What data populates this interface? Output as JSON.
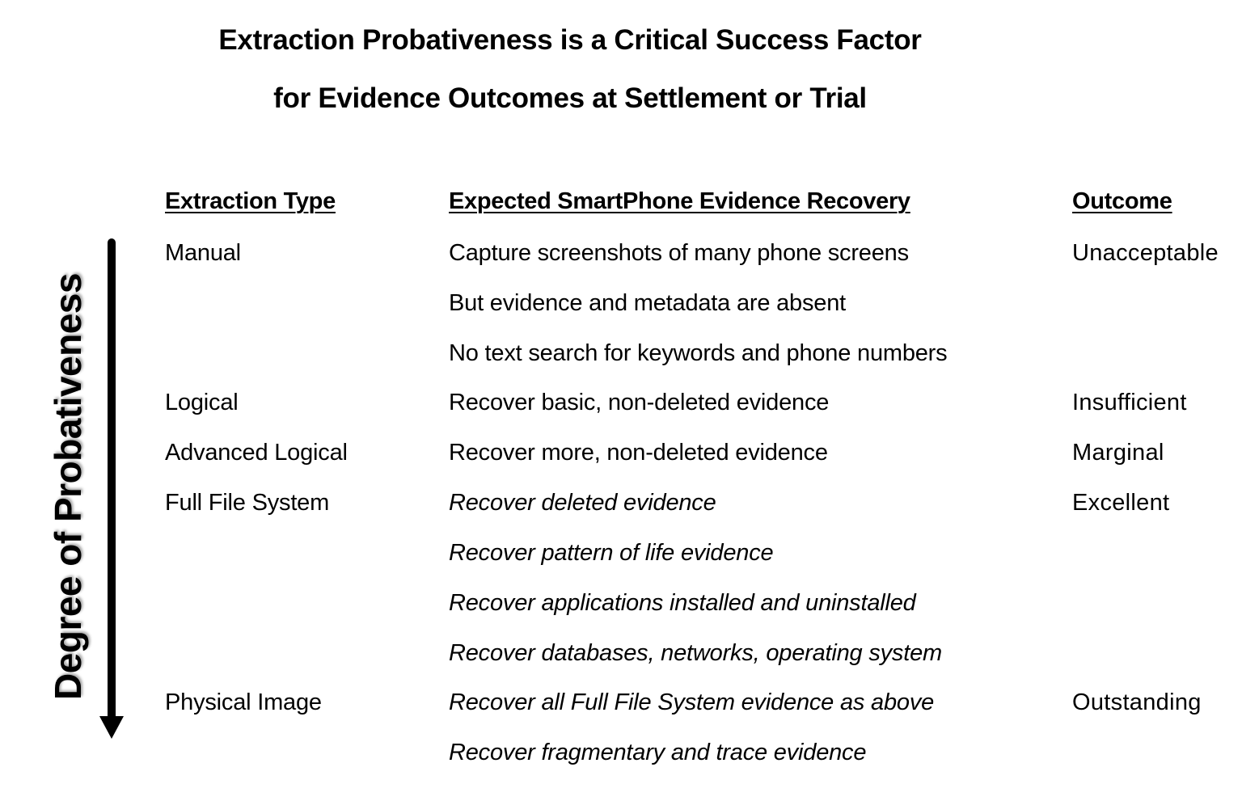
{
  "title": {
    "line1": "Extraction Probativeness is a Critical Success Factor",
    "line2": "for Evidence Outcomes at Settlement or Trial"
  },
  "axis": {
    "label": "Degree of Probativeness",
    "direction": "down",
    "icon": "down-arrow-icon"
  },
  "table": {
    "headers": {
      "type": "Extraction Type",
      "recovery": "Expected SmartPhone Evidence Recovery",
      "outcome": "Outcome"
    },
    "rows": [
      {
        "type": "Manual",
        "recovery": "Capture screenshots of many phone screens",
        "outcome": "Unacceptable",
        "italic": false
      },
      {
        "type": "",
        "recovery": "But evidence and metadata are absent",
        "outcome": "",
        "italic": false
      },
      {
        "type": "",
        "recovery": "No text search for keywords and phone numbers",
        "outcome": "",
        "italic": false
      },
      {
        "type": "Logical",
        "recovery": "Recover basic, non-deleted evidence",
        "outcome": "Insufficient",
        "italic": false
      },
      {
        "type": "Advanced Logical",
        "recovery": "Recover more, non-deleted evidence",
        "outcome": "Marginal",
        "italic": false
      },
      {
        "type": "Full File System",
        "recovery": "Recover deleted evidence",
        "outcome": "Excellent",
        "italic": true
      },
      {
        "type": "",
        "recovery": "Recover pattern of life evidence",
        "outcome": "",
        "italic": true
      },
      {
        "type": "",
        "recovery": "Recover applications installed and uninstalled",
        "outcome": "",
        "italic": true
      },
      {
        "type": "",
        "recovery": "Recover databases, networks, operating system",
        "outcome": "",
        "italic": true
      },
      {
        "type": "Physical Image",
        "recovery": "Recover all Full File System evidence as above",
        "outcome": "Outstanding",
        "italic": true
      },
      {
        "type": "",
        "recovery": "Recover fragmentary and trace evidence",
        "outcome": "",
        "italic": true
      }
    ]
  }
}
